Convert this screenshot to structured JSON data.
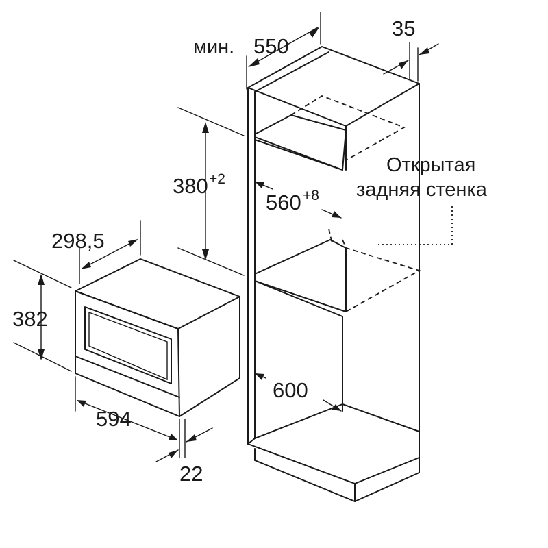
{
  "labels": {
    "min_prefix": "мин.",
    "depth_550": "550",
    "wall_35": "35",
    "niche_height": "380",
    "niche_height_tol": "+2",
    "niche_width": "560",
    "niche_width_tol": "+8",
    "open_back_line1": "Открытая",
    "open_back_line2": "задняя стенка",
    "cabinet_600": "600",
    "device_depth": "298,5",
    "device_height": "382",
    "device_width": "594",
    "front_22": "22"
  },
  "colors": {
    "stroke": "#1a1a1a",
    "background": "#ffffff"
  }
}
